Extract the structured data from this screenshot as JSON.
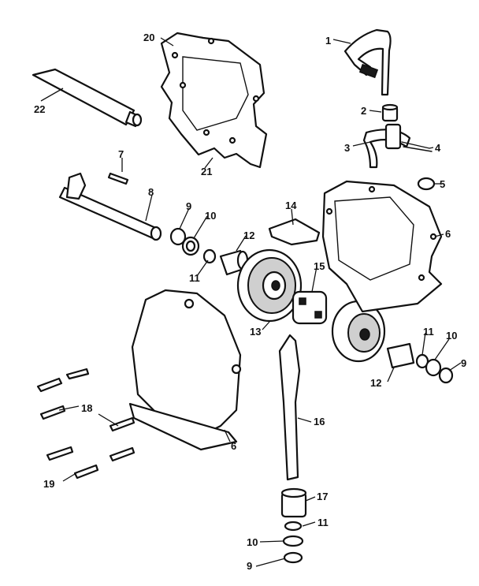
{
  "callouts": [
    {
      "id": "c1",
      "label": "1"
    },
    {
      "id": "c2",
      "label": "2"
    },
    {
      "id": "c3",
      "label": "3"
    },
    {
      "id": "c4",
      "label": "4"
    },
    {
      "id": "c5",
      "label": "5"
    },
    {
      "id": "c6a",
      "label": "6"
    },
    {
      "id": "c6b",
      "label": "6"
    },
    {
      "id": "c7",
      "label": "7"
    },
    {
      "id": "c8",
      "label": "8"
    },
    {
      "id": "c9a",
      "label": "9"
    },
    {
      "id": "c9b",
      "label": "9"
    },
    {
      "id": "c9c",
      "label": "9"
    },
    {
      "id": "c10a",
      "label": "10"
    },
    {
      "id": "c10b",
      "label": "10"
    },
    {
      "id": "c10c",
      "label": "10"
    },
    {
      "id": "c11a",
      "label": "11"
    },
    {
      "id": "c11b",
      "label": "11"
    },
    {
      "id": "c11c",
      "label": "11"
    },
    {
      "id": "c12a",
      "label": "12"
    },
    {
      "id": "c12b",
      "label": "12"
    },
    {
      "id": "c13",
      "label": "13"
    },
    {
      "id": "c14",
      "label": "14"
    },
    {
      "id": "c15",
      "label": "15"
    },
    {
      "id": "c16",
      "label": "16"
    },
    {
      "id": "c17",
      "label": "17"
    },
    {
      "id": "c18",
      "label": "18"
    },
    {
      "id": "c19",
      "label": "19"
    },
    {
      "id": "c20",
      "label": "20"
    },
    {
      "id": "c21",
      "label": "21"
    },
    {
      "id": "c22",
      "label": "22"
    }
  ]
}
